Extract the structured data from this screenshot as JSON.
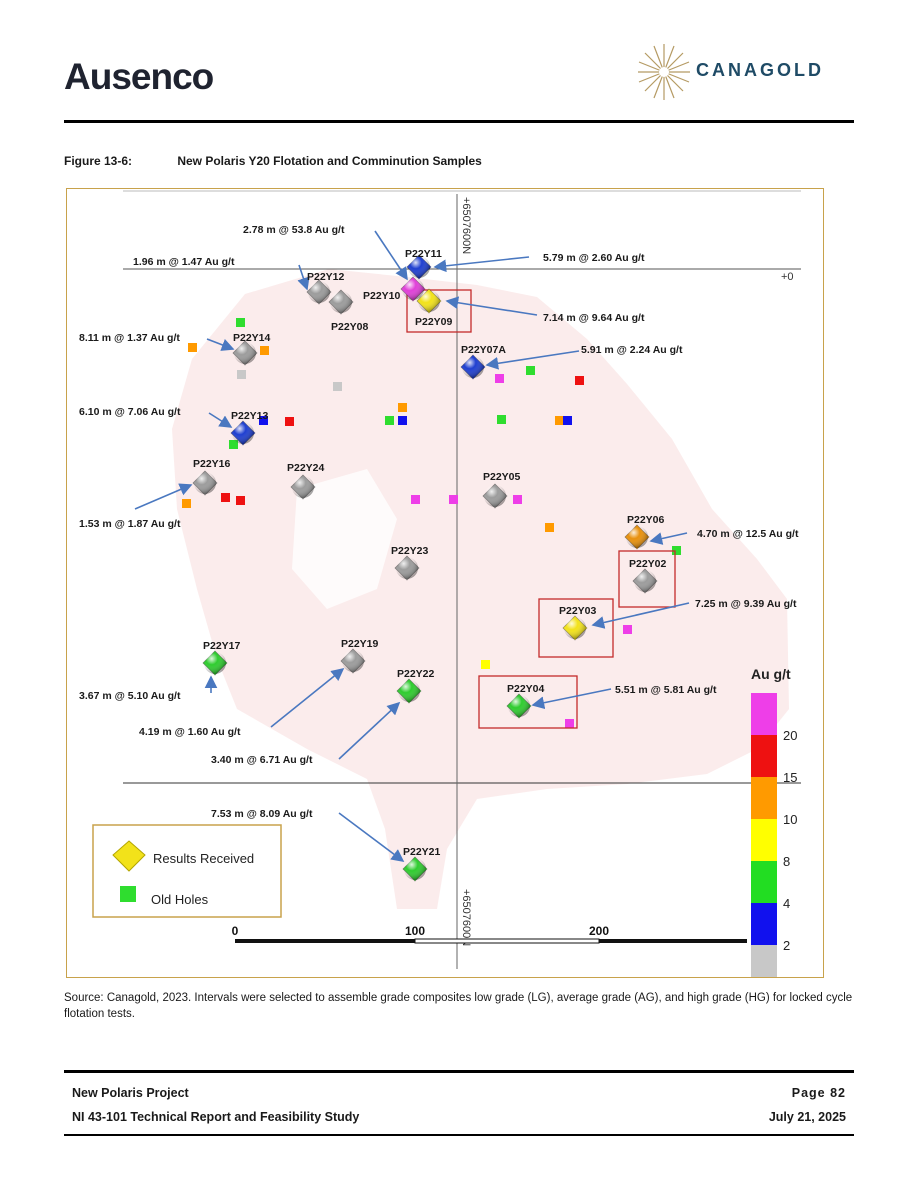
{
  "header": {
    "left_logo": "Ausenco",
    "right_logo": "CANAGOLD"
  },
  "figure": {
    "number": "Figure 13-6:",
    "title": "New Polaris Y20 Flotation and Comminution Samples"
  },
  "map": {
    "grid_labels": {
      "north_top": "+6507600N",
      "north_bottom": "+6507600N",
      "east_right": "+0"
    },
    "scale_bar": {
      "labels": [
        "0",
        "100",
        "200"
      ]
    },
    "legend_box": {
      "results_label": "Results Received",
      "old_label": "Old Holes"
    },
    "colorbar": {
      "title": "Au g/t",
      "tick_labels": [
        "20",
        "15",
        "10",
        "8",
        "4",
        "2"
      ],
      "colors": [
        "#ee3ee8",
        "#ee1111",
        "#ff9a00",
        "#ffff00",
        "#22dd22",
        "#1111ee",
        "#c8c8c8"
      ]
    },
    "holes": [
      {
        "id": "P22Y11",
        "color": "#1f3fd0"
      },
      {
        "id": "P22Y10",
        "color": "#e040d8"
      },
      {
        "id": "P22Y09",
        "color": "#f2e21a"
      },
      {
        "id": "P22Y12",
        "color": "#9c9c9c"
      },
      {
        "id": "P22Y08",
        "color": "#9c9c9c"
      },
      {
        "id": "P22Y14",
        "color": "#9c9c9c"
      },
      {
        "id": "P22Y07A",
        "color": "#1f3fd0"
      },
      {
        "id": "P22Y13",
        "color": "#1f3fd0"
      },
      {
        "id": "P22Y16",
        "color": "#9c9c9c"
      },
      {
        "id": "P22Y24",
        "color": "#9c9c9c"
      },
      {
        "id": "P22Y05",
        "color": "#9c9c9c"
      },
      {
        "id": "P22Y06",
        "color": "#e8900c"
      },
      {
        "id": "P22Y02",
        "color": "#9c9c9c"
      },
      {
        "id": "P22Y23",
        "color": "#9c9c9c"
      },
      {
        "id": "P22Y03",
        "color": "#f2e21a"
      },
      {
        "id": "P22Y17",
        "color": "#2fcc2f"
      },
      {
        "id": "P22Y19",
        "color": "#9c9c9c"
      },
      {
        "id": "P22Y22",
        "color": "#2fcc2f"
      },
      {
        "id": "P22Y04",
        "color": "#2fcc2f"
      },
      {
        "id": "P22Y21",
        "color": "#2fcc2f"
      }
    ],
    "annotations": [
      "2.78 m @ 53.8 Au g/t",
      "1.96 m @ 1.47 Au g/t",
      "5.79 m @ 2.60 Au g/t",
      "7.14 m @ 9.64 Au g/t",
      "8.11 m @ 1.37 Au g/t",
      "5.91 m @ 2.24 Au g/t",
      "6.10 m @ 7.06 Au g/t",
      "1.53 m @ 1.87 Au g/t",
      "4.70 m @ 12.5 Au g/t",
      "7.25 m @ 9.39 Au g/t",
      "5.51 m @ 5.81 Au g/t",
      "3.67 m @ 5.10 Au g/t",
      "4.19 m @ 1.60 Au g/t",
      "3.40 m @ 6.71 Au g/t",
      "7.53 m @ 8.09 Au g/t"
    ],
    "old_hole_colors": {
      "green": "#2fdd2f",
      "grey": "#c8c8c8",
      "orange": "#ff9a00",
      "red": "#ee1111",
      "magenta": "#ee3ee8",
      "blue": "#1111ee",
      "yellow": "#ffff00"
    }
  },
  "source": "Source: Canagold, 2023. Intervals were selected to assemble grade composites low grade (LG), average grade (AG), and high grade (HG) for locked cycle flotation tests.",
  "footer": {
    "project": "New Polaris Project",
    "report": "NI 43-101 Technical Report and Feasibility Study",
    "page": "Page 82",
    "date": "July 21, 2025"
  }
}
